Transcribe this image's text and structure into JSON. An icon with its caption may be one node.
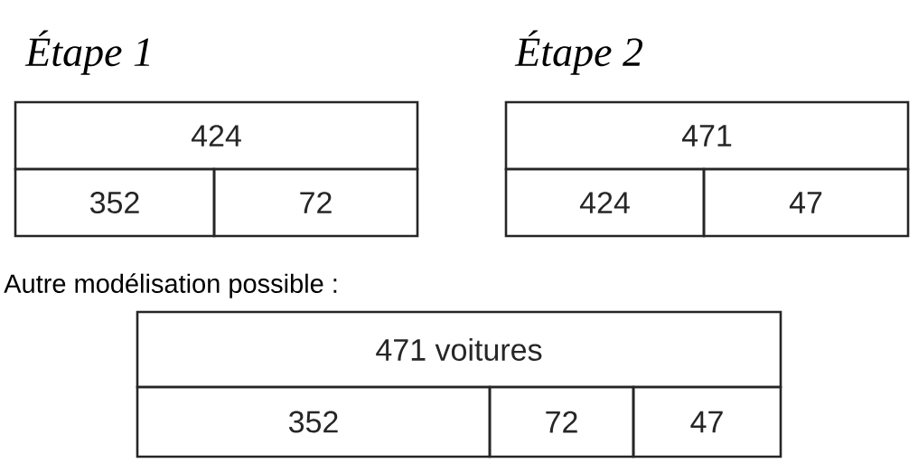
{
  "diagram": {
    "nodes": [
      {
        "text": [
          "424"
        ]
      },
      {
        "text": [
          "352"
        ]
      },
      {
        "text": [
          "72"
        ]
      },
      {
        "text": [
          "471"
        ]
      },
      {
        "text": [
          "424"
        ]
      },
      {
        "text": [
          "47"
        ]
      },
      {
        "text": [
          "471 voitures"
        ]
      },
      {
        "text": [
          "352"
        ]
      },
      {
        "text": [
          "72"
        ]
      },
      {
        "text": [
          "47"
        ]
      }
    ],
    "labels": [
      "Étape 1",
      "Étape 2",
      "Autre modélisation possible :"
    ]
  }
}
